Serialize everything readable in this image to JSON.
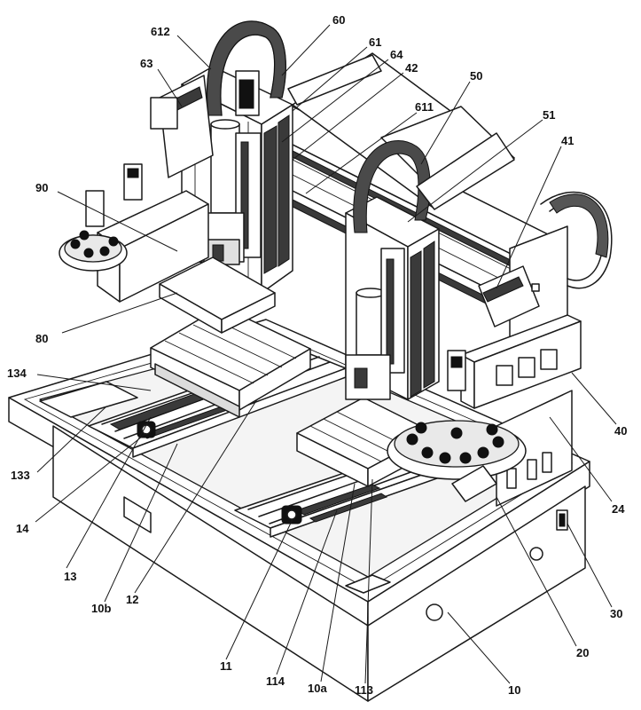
{
  "figure": {
    "labels": [
      {
        "id": "612",
        "text": "612"
      },
      {
        "id": "60",
        "text": "60"
      },
      {
        "id": "61",
        "text": "61"
      },
      {
        "id": "64",
        "text": "64"
      },
      {
        "id": "42",
        "text": "42"
      },
      {
        "id": "63",
        "text": "63"
      },
      {
        "id": "50",
        "text": "50"
      },
      {
        "id": "611",
        "text": "611"
      },
      {
        "id": "51",
        "text": "51"
      },
      {
        "id": "41",
        "text": "41"
      },
      {
        "id": "90",
        "text": "90"
      },
      {
        "id": "80",
        "text": "80"
      },
      {
        "id": "134",
        "text": "134"
      },
      {
        "id": "133",
        "text": "133"
      },
      {
        "id": "14",
        "text": "14"
      },
      {
        "id": "13",
        "text": "13"
      },
      {
        "id": "10b",
        "text": "10b"
      },
      {
        "id": "12",
        "text": "12"
      },
      {
        "id": "11",
        "text": "11"
      },
      {
        "id": "114",
        "text": "114"
      },
      {
        "id": "10a",
        "text": "10a"
      },
      {
        "id": "113",
        "text": "113"
      },
      {
        "id": "10",
        "text": "10"
      },
      {
        "id": "20",
        "text": "20"
      },
      {
        "id": "30",
        "text": "30"
      },
      {
        "id": "24",
        "text": "24"
      },
      {
        "id": "40",
        "text": "40"
      }
    ]
  }
}
